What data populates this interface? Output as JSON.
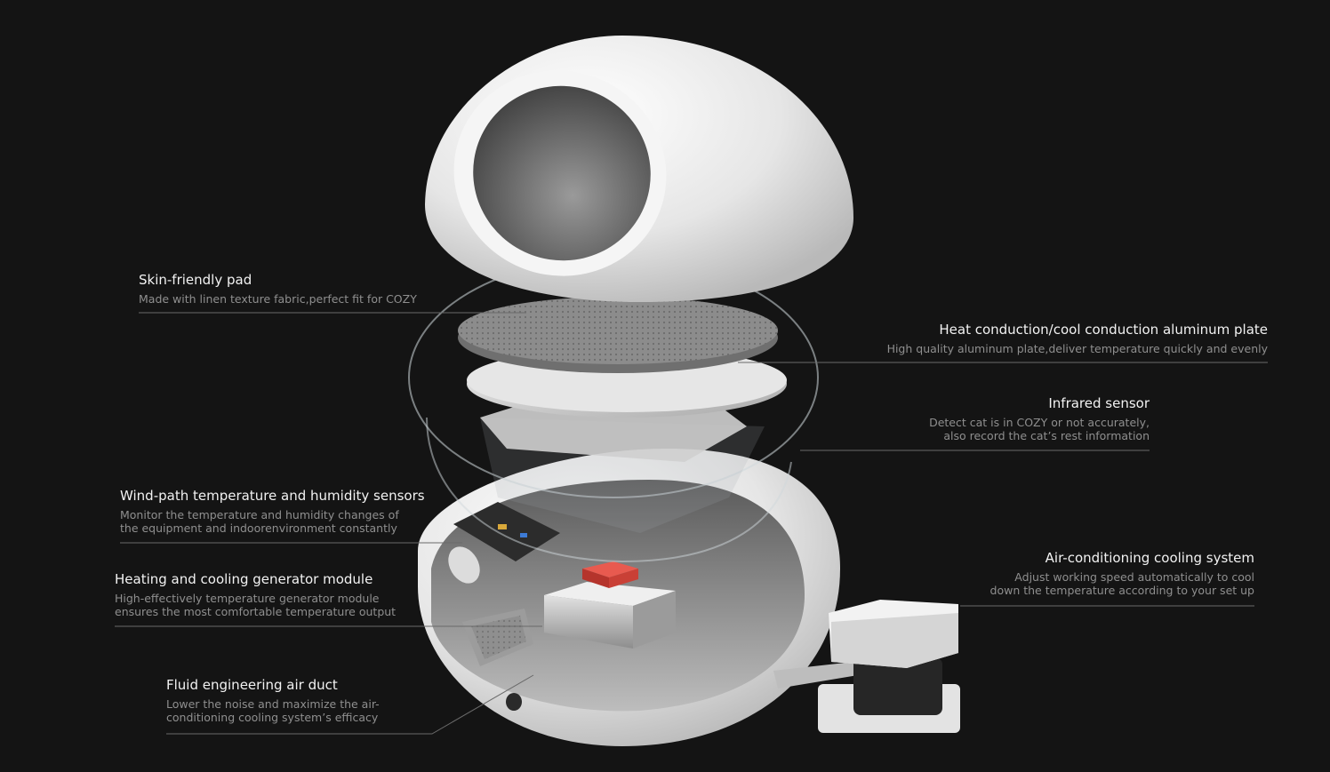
{
  "colors": {
    "background": "#141414",
    "title": "#f2f2f2",
    "description": "#8f8f8f",
    "leader_line": "#6a6a6a",
    "shell": "#ececec",
    "pad": "#8a8a8a",
    "plate": "#d9d9d9",
    "heat_chip": "#e0443a"
  },
  "callouts": [
    {
      "id": "skin-friendly-pad",
      "title": "Skin-friendly pad",
      "lines": [
        "Made with linen texture fabric,perfect fit for COZY"
      ]
    },
    {
      "id": "aluminum-plate",
      "title": "Heat conduction/cool conduction aluminum plate",
      "lines": [
        "High quality aluminum plate,deliver temperature quickly and evenly"
      ]
    },
    {
      "id": "infrared-sensor",
      "title": "Infrared sensor",
      "lines": [
        "Detect cat is in COZY or not accurately,",
        "also record the cat’s rest information"
      ]
    },
    {
      "id": "wind-path-sensors",
      "title": "Wind-path temperature and humidity sensors",
      "lines": [
        "Monitor the temperature and humidity changes of",
        "the equipment and indoorenvironment constantly"
      ]
    },
    {
      "id": "generator-module",
      "title": "Heating and cooling generator module",
      "lines": [
        "High-effectively temperature generator module",
        "ensures the most comfortable temperature output"
      ]
    },
    {
      "id": "air-conditioning",
      "title": "Air-conditioning cooling system",
      "lines": [
        "Adjust working speed automatically to cool",
        "down the temperature according to your set up"
      ]
    },
    {
      "id": "air-duct",
      "title": "Fluid engineering air duct",
      "lines": [
        "Lower the noise and maximize the air-",
        "conditioning cooling system’s efficacy"
      ]
    }
  ]
}
